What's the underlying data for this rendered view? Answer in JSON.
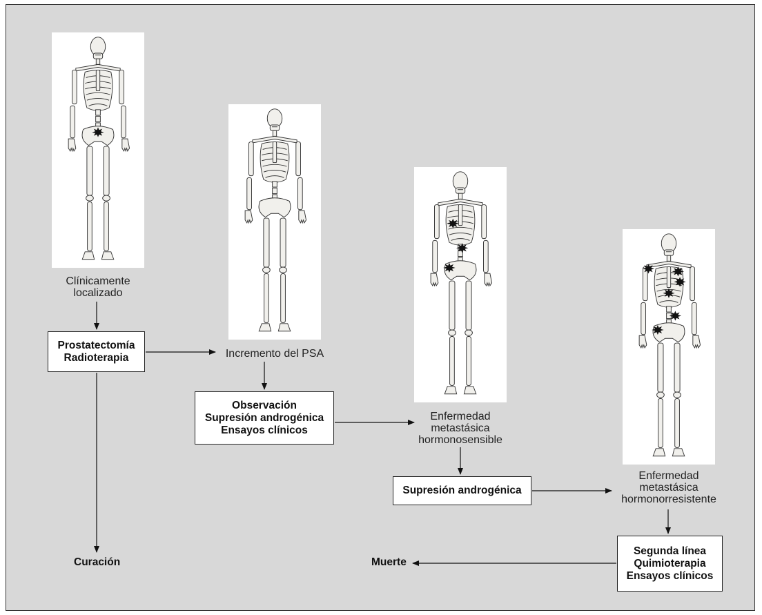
{
  "stages": {
    "localized": [
      "Clínicamente",
      "localizado"
    ],
    "psa": [
      "Incremento del PSA"
    ],
    "hormone_sensitive": [
      "Enfermedad",
      "metastásica",
      "hormonosensible"
    ],
    "hormone_resistant": [
      "Enfermedad",
      "metastásica",
      "hormonorresistente"
    ]
  },
  "boxes": {
    "primary_treatment": [
      "Prostatectomía",
      "Radioterapia"
    ],
    "psa_management": [
      "Observación",
      "Supresión androgénica",
      "Ensayos clínicos"
    ],
    "androgen_suppression": [
      "Supresión androgénica"
    ],
    "second_line": [
      "Segunda línea",
      "Quimioterapia",
      "Ensayos clínicos"
    ]
  },
  "outcomes": {
    "cure": "Curación",
    "death": "Muerte"
  },
  "colors": {
    "background": "#d8d8d8",
    "bone": "#f1f0ec",
    "tumor": "#111111"
  }
}
